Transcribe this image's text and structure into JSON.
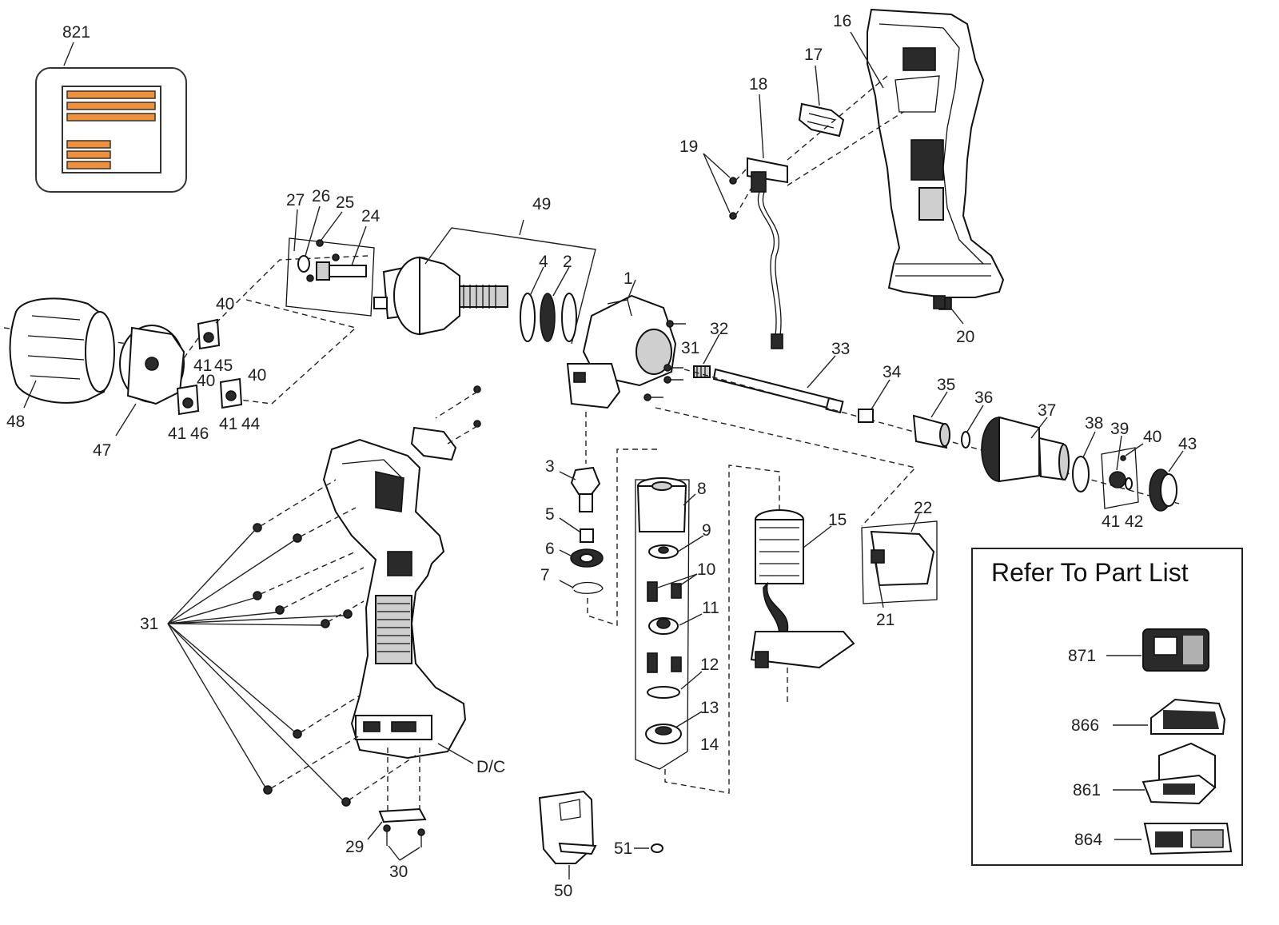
{
  "labels": {
    "p1": "1",
    "p2": "2",
    "p3": "3",
    "p4": "4",
    "p5": "5",
    "p6": "6",
    "p7": "7",
    "p8": "8",
    "p9": "9",
    "p10": "10",
    "p11": "11",
    "p12": "12",
    "p13": "13",
    "p14": "14",
    "p15": "15",
    "p16": "16",
    "p17": "17",
    "p18": "18",
    "p19": "19",
    "p20": "20",
    "p21": "21",
    "p22": "22",
    "p24": "24",
    "p25": "25",
    "p26": "26",
    "p27": "27",
    "p29": "29",
    "p30": "30",
    "p31a": "31",
    "p31b": "31",
    "p32": "32",
    "p33": "33",
    "p34": "34",
    "p35": "35",
    "p36": "36",
    "p37": "37",
    "p38": "38",
    "p39": "39",
    "p40a": "40",
    "p40b": "40",
    "p40c": "40",
    "p40d": "40",
    "p41a": "41",
    "p41b": "41",
    "p41c": "41",
    "p41d": "41",
    "p42": "42",
    "p43": "43",
    "p44": "44",
    "p45": "45",
    "p46": "46",
    "p47": "47",
    "p48": "48",
    "p49": "49",
    "p50": "50",
    "p51": "51",
    "dc": "D/C",
    "p821": "821"
  },
  "refer_box": {
    "title": "Refer To Part List",
    "items": [
      "871",
      "866",
      "861",
      "864"
    ]
  },
  "colors": {
    "label_orange": "#f0913a",
    "line": "#222222"
  }
}
